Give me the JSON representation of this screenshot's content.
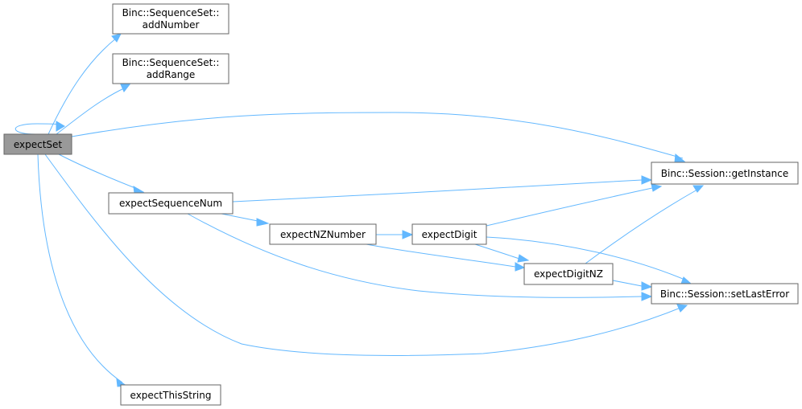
{
  "graph": {
    "root": "expectSet",
    "nodes": [
      {
        "id": "expectSet",
        "lines": [
          "expectSet"
        ]
      },
      {
        "id": "addNumber",
        "lines": [
          "Binc::SequenceSet::",
          "addNumber"
        ]
      },
      {
        "id": "addRange",
        "lines": [
          "Binc::SequenceSet::",
          "addRange"
        ]
      },
      {
        "id": "getInstance",
        "lines": [
          "Binc::Session::getInstance"
        ]
      },
      {
        "id": "expectSequenceNum",
        "lines": [
          "expectSequenceNum"
        ]
      },
      {
        "id": "expectNZNumber",
        "lines": [
          "expectNZNumber"
        ]
      },
      {
        "id": "expectDigit",
        "lines": [
          "expectDigit"
        ]
      },
      {
        "id": "expectDigitNZ",
        "lines": [
          "expectDigitNZ"
        ]
      },
      {
        "id": "setLastError",
        "lines": [
          "Binc::Session::setLastError"
        ]
      },
      {
        "id": "expectThisString",
        "lines": [
          "expectThisString"
        ]
      }
    ],
    "edges": [
      {
        "from": "expectSet",
        "to": "expectSet"
      },
      {
        "from": "expectSet",
        "to": "addNumber"
      },
      {
        "from": "expectSet",
        "to": "addRange"
      },
      {
        "from": "expectSet",
        "to": "getInstance"
      },
      {
        "from": "expectSet",
        "to": "expectSequenceNum"
      },
      {
        "from": "expectSet",
        "to": "setLastError"
      },
      {
        "from": "expectSet",
        "to": "expectThisString"
      },
      {
        "from": "expectSequenceNum",
        "to": "getInstance"
      },
      {
        "from": "expectSequenceNum",
        "to": "expectNZNumber"
      },
      {
        "from": "expectSequenceNum",
        "to": "setLastError"
      },
      {
        "from": "expectNZNumber",
        "to": "expectDigit"
      },
      {
        "from": "expectNZNumber",
        "to": "expectDigitNZ"
      },
      {
        "from": "expectDigit",
        "to": "getInstance"
      },
      {
        "from": "expectDigit",
        "to": "expectDigitNZ"
      },
      {
        "from": "expectDigit",
        "to": "setLastError"
      },
      {
        "from": "expectDigitNZ",
        "to": "getInstance"
      },
      {
        "from": "expectDigitNZ",
        "to": "setLastError"
      }
    ]
  },
  "colors": {
    "edge": "#63b8ff",
    "node_border": "#666666",
    "root_fill": "#999999",
    "node_fill": "#ffffff"
  }
}
